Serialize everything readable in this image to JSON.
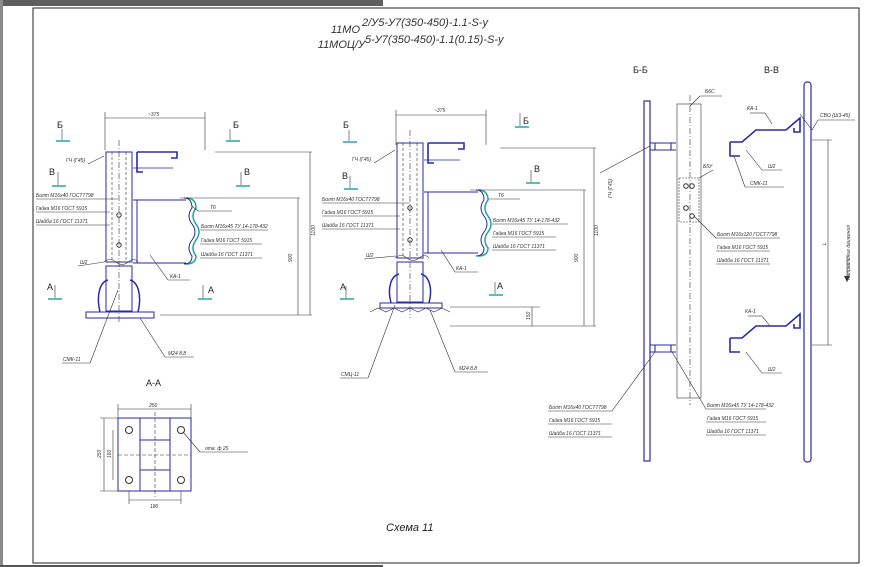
{
  "title": {
    "line1_prefix": "11МО",
    "line1_suffix": "2/У5-У7(350-450)-1.1-S-у",
    "line2_prefix": "11МОЦ/У",
    "line2_suffix": "5-У7(350-450)-1.1(0.15)-S-у"
  },
  "scheme_caption": "Схема 11",
  "sections": {
    "b": "Б",
    "v": "В",
    "a": "А",
    "aa_title": "А-А",
    "bb_title": "Б-Б",
    "vv_title": "В-В"
  },
  "left_view": {
    "dim_top": "~375",
    "dim_right_1": "1100",
    "dim_right_2": "900",
    "height_label": "ГЧ (Г45)",
    "bolt": "Болт М16х40 ГОСТ7798",
    "nut": "Гайка М16 ГОСТ 5915",
    "washer": "Шайба 16 ГОСТ 11371",
    "t6": "Т6",
    "bolt2": "Болт М16х45 ТУ 14-178-432",
    "nut2": "Гайка М16 ГОСТ 5915",
    "washer2": "Шайба 16 ГОСТ 11371",
    "ka": "КА-1",
    "sh2": "Ш2",
    "smk": "СМК-11",
    "m24": "М24 8.8"
  },
  "middle_view": {
    "dim_top": "~375",
    "dim_right_1": "1100",
    "dim_right_2": "900",
    "dim_right_3": "150",
    "smk": "СМЦ-11",
    "m24": "М24 8.8"
  },
  "aa_view": {
    "dim_w": "250",
    "dim_h": "250",
    "dim_inner_w": "180",
    "dim_inner_h": "160",
    "holes": "отв. ф 25"
  },
  "bb_view": {
    "mark": "Б6С",
    "mark2": "Б5У",
    "height_label": "ГЧ (Г45)",
    "bolt": "Болт М16х40 ГОСТ7798",
    "nut": "Гайка М16 ГОСТ 5915",
    "washer": "Шайба 16 ГОСТ 11371",
    "bolt2": "Болт М16х45 ТУ 14-178-432",
    "nut2": "Гайка М16 ГОСТ 5915",
    "washer2": "Шайба 16 ГОСТ 11371",
    "bolt3": "Болт М16х120 ГОСТ7798",
    "nut3": "Гайка М16 ГОСТ 5915",
    "washer3": "Шайба 16 ГОСТ 11371"
  },
  "vv_view": {
    "top_label": "СВО (Ш3-45)",
    "ka1": "КА-1",
    "ka2": "КА-1",
    "sh2a": "Ш2",
    "sh2b": "Ш2",
    "smk": "СМК-11",
    "direction": "Направление движения",
    "dim": "L"
  }
}
